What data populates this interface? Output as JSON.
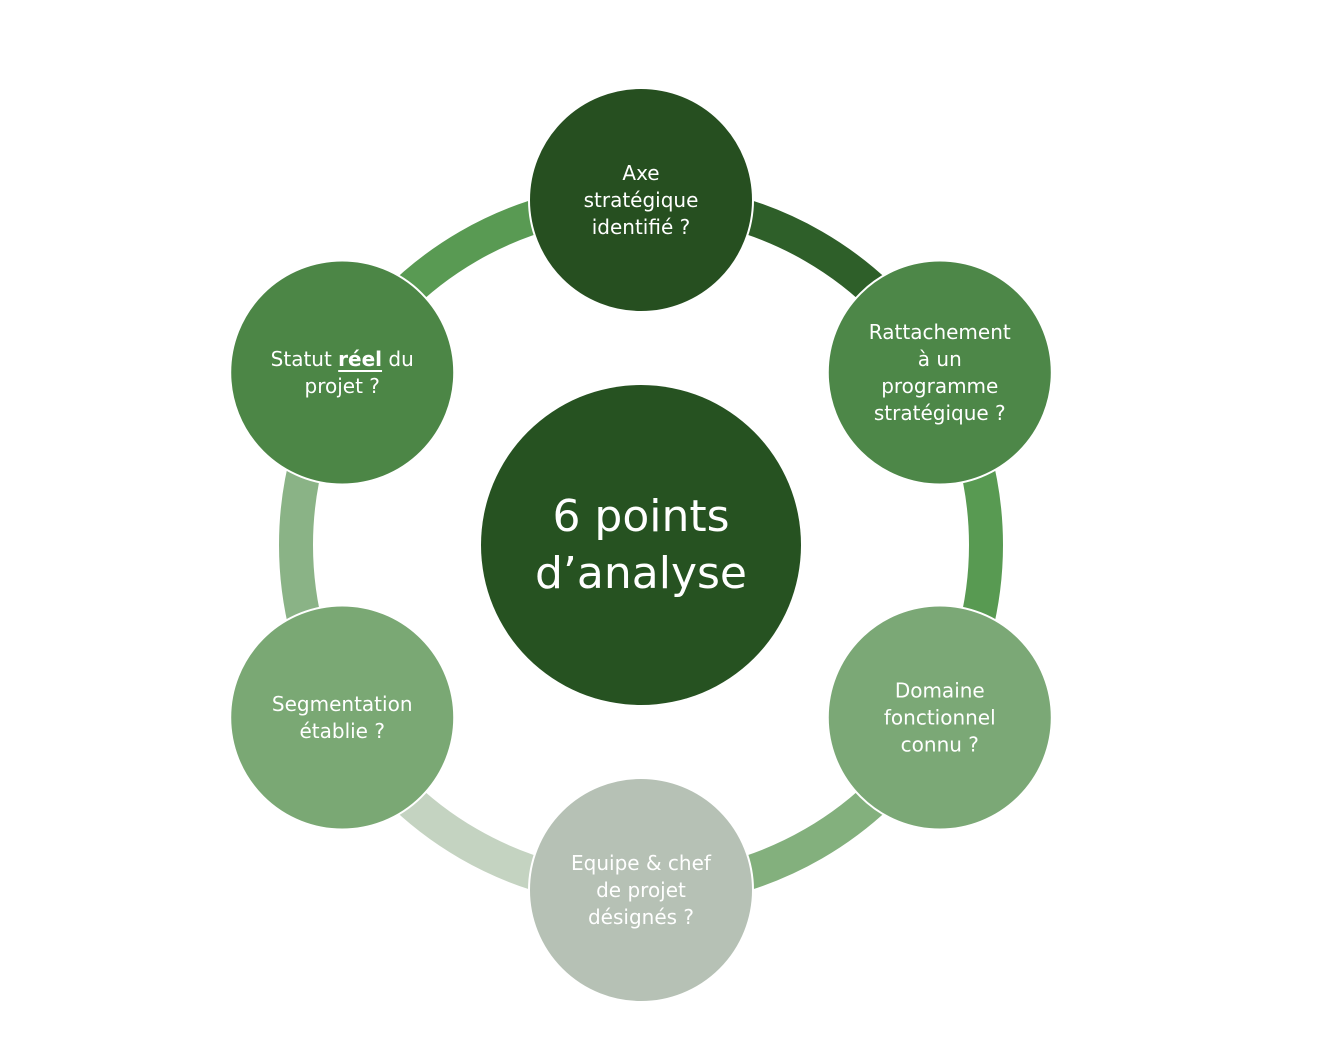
{
  "center": {
    "lines": [
      "6 points",
      "d’analyse"
    ],
    "color": "#265221"
  },
  "nodes": [
    {
      "id": "axe-strategique",
      "lines": [
        "Axe",
        "stratégique",
        "identifié ?"
      ],
      "color": "#264f20"
    },
    {
      "id": "rattachement-programme",
      "lines": [
        "Rattachement",
        "à un",
        "programme",
        "stratégique ?"
      ],
      "color": "#4d8748"
    },
    {
      "id": "domaine-fonctionnel",
      "lines": [
        "Domaine",
        "fonctionnel",
        "connu ?"
      ],
      "color": "#7ba876"
    },
    {
      "id": "equipe-chef-projet",
      "lines": [
        "Equipe & chef",
        "de projet",
        "désignés ?"
      ],
      "color": "#b6c1b5"
    },
    {
      "id": "segmentation",
      "lines": [
        "Segmentation",
        "établie ?"
      ],
      "color": "#7aa874"
    },
    {
      "id": "statut-reel",
      "lines": [
        [
          {
            "text": "Statut "
          },
          {
            "text": "réel",
            "emph": true
          },
          {
            "text": " du"
          }
        ],
        [
          {
            "text": "projet ?"
          }
        ]
      ],
      "color": "#4c8646"
    }
  ],
  "connectors": [
    {
      "from": "axe-strategique",
      "to": "rattachement-programme",
      "color": "#2e5f29"
    },
    {
      "from": "rattachement-programme",
      "to": "domaine-fonctionnel",
      "color": "#589a52"
    },
    {
      "from": "domaine-fonctionnel",
      "to": "equipe-chef-projet",
      "color": "#83b07d"
    },
    {
      "from": "equipe-chef-projet",
      "to": "segmentation",
      "color": "#c4d3c1"
    },
    {
      "from": "segmentation",
      "to": "statut-reel",
      "color": "#8ab386"
    },
    {
      "from": "statut-reel",
      "to": "axe-strategique",
      "color": "#599a53"
    }
  ]
}
